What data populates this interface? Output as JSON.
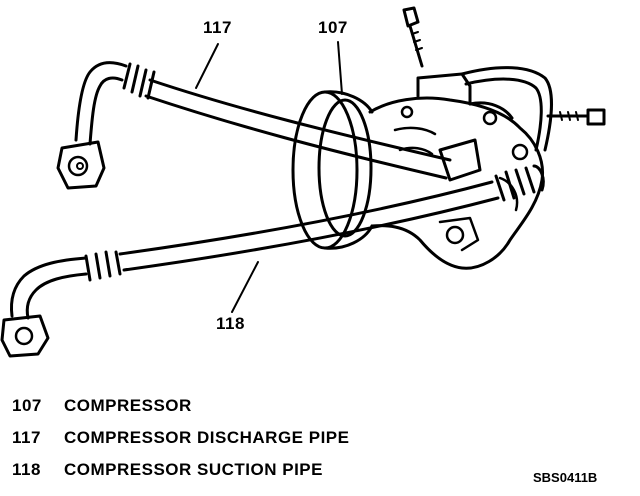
{
  "colors": {
    "ink": "#000000",
    "paper": "#ffffff"
  },
  "callouts": [
    {
      "id": "117",
      "label": "117"
    },
    {
      "id": "107",
      "label": "107"
    },
    {
      "id": "118",
      "label": "118"
    }
  ],
  "legend": [
    {
      "number": "107",
      "text": "COMPRESSOR"
    },
    {
      "number": "117",
      "text": "COMPRESSOR DISCHARGE PIPE"
    },
    {
      "number": "118",
      "text": "COMPRESSOR SUCTION PIPE"
    }
  ],
  "figure_code": "SBS0411B"
}
